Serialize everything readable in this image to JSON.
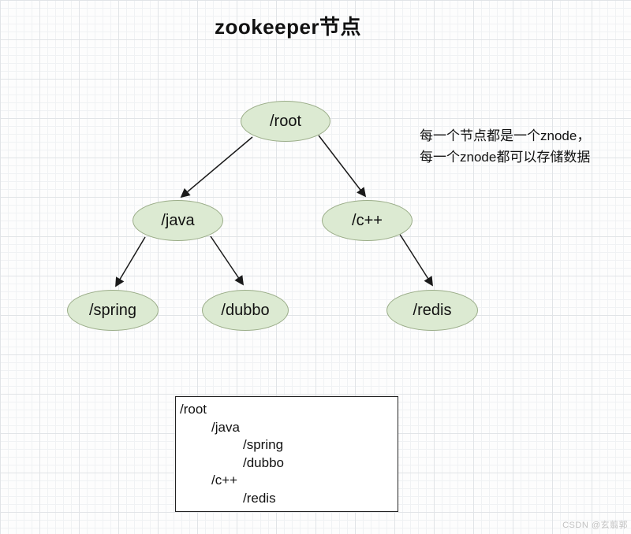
{
  "title": "zookeeper节点",
  "annotation": {
    "line1": "每一个节点都是一个znode，",
    "line2": "每一个znode都可以存储数据"
  },
  "tree": {
    "nodes": [
      {
        "id": "root",
        "label": "/root"
      },
      {
        "id": "java",
        "label": "/java"
      },
      {
        "id": "cpp",
        "label": "/c++"
      },
      {
        "id": "spring",
        "label": "/spring"
      },
      {
        "id": "dubbo",
        "label": "/dubbo"
      },
      {
        "id": "redis",
        "label": "/redis"
      }
    ],
    "edges": [
      {
        "from": "root",
        "to": "java"
      },
      {
        "from": "root",
        "to": "cpp"
      },
      {
        "from": "java",
        "to": "spring"
      },
      {
        "from": "java",
        "to": "dubbo"
      },
      {
        "from": "cpp",
        "to": "redis"
      }
    ]
  },
  "listing": {
    "lines": [
      {
        "text": "/root",
        "indent": 0
      },
      {
        "text": "/java",
        "indent": 1
      },
      {
        "text": "/spring",
        "indent": 2
      },
      {
        "text": "/dubbo",
        "indent": 2
      },
      {
        "text": "/c++",
        "indent": 1
      },
      {
        "text": "/redis",
        "indent": 2
      }
    ]
  },
  "watermark": "CSDN @玄翦郭",
  "colors": {
    "node_fill": "#dcead2",
    "node_border": "#9bad89",
    "arrow": "#1a1a1a",
    "grid_major": "#e1e4e7",
    "grid_minor": "#f0f2f4"
  }
}
